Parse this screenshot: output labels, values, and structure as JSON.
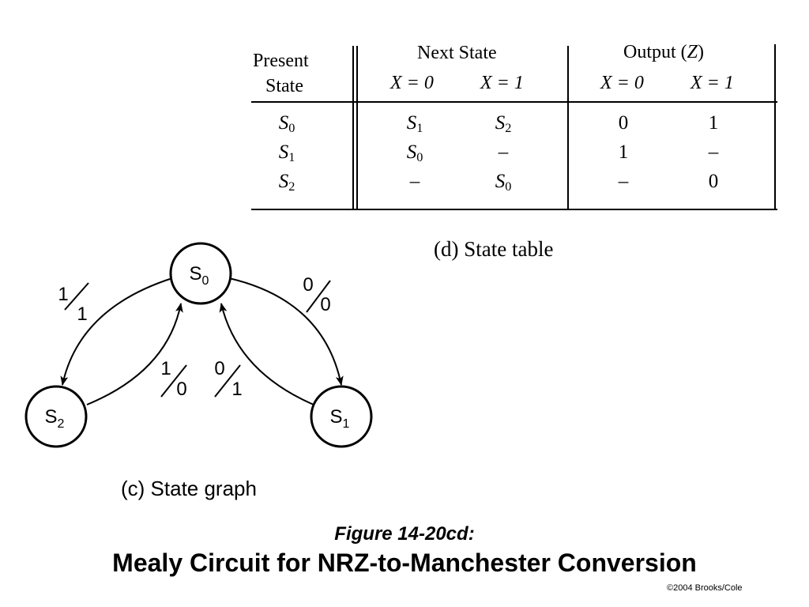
{
  "state_table": {
    "present_state_header_1": "Present",
    "present_state_header_2": "State",
    "next_state_header": "Next State",
    "output_header": "Output (Z)",
    "x0_label": "X = 0",
    "x1_label": "X = 1",
    "rows": [
      {
        "state": "S0",
        "next_x0": "S1",
        "next_x1": "S2",
        "out_x0": "0",
        "out_x1": "1"
      },
      {
        "state": "S1",
        "next_x0": "S0",
        "next_x1": "–",
        "out_x0": "1",
        "out_x1": "–"
      },
      {
        "state": "S2",
        "next_x0": "–",
        "next_x1": "S0",
        "out_x0": "–",
        "out_x1": "0"
      }
    ],
    "caption": "(d)  State table"
  },
  "state_graph": {
    "nodes": [
      {
        "id": "S0",
        "letter": "S",
        "sub": "0"
      },
      {
        "id": "S1",
        "letter": "S",
        "sub": "1"
      },
      {
        "id": "S2",
        "letter": "S",
        "sub": "2"
      }
    ],
    "edges": [
      {
        "from": "S0",
        "to": "S2",
        "input": "1",
        "output": "1"
      },
      {
        "from": "S0",
        "to": "S1",
        "input": "0",
        "output": "0"
      },
      {
        "from": "S2",
        "to": "S0",
        "input": "1",
        "output": "0"
      },
      {
        "from": "S1",
        "to": "S0",
        "input": "0",
        "output": "1"
      }
    ],
    "caption": "(c) State graph"
  },
  "figure_label": "Figure 14-20cd:",
  "figure_title": "Mealy Circuit for NRZ-to-Manchester Conversion",
  "copyright": "©2004 Brooks/Cole"
}
